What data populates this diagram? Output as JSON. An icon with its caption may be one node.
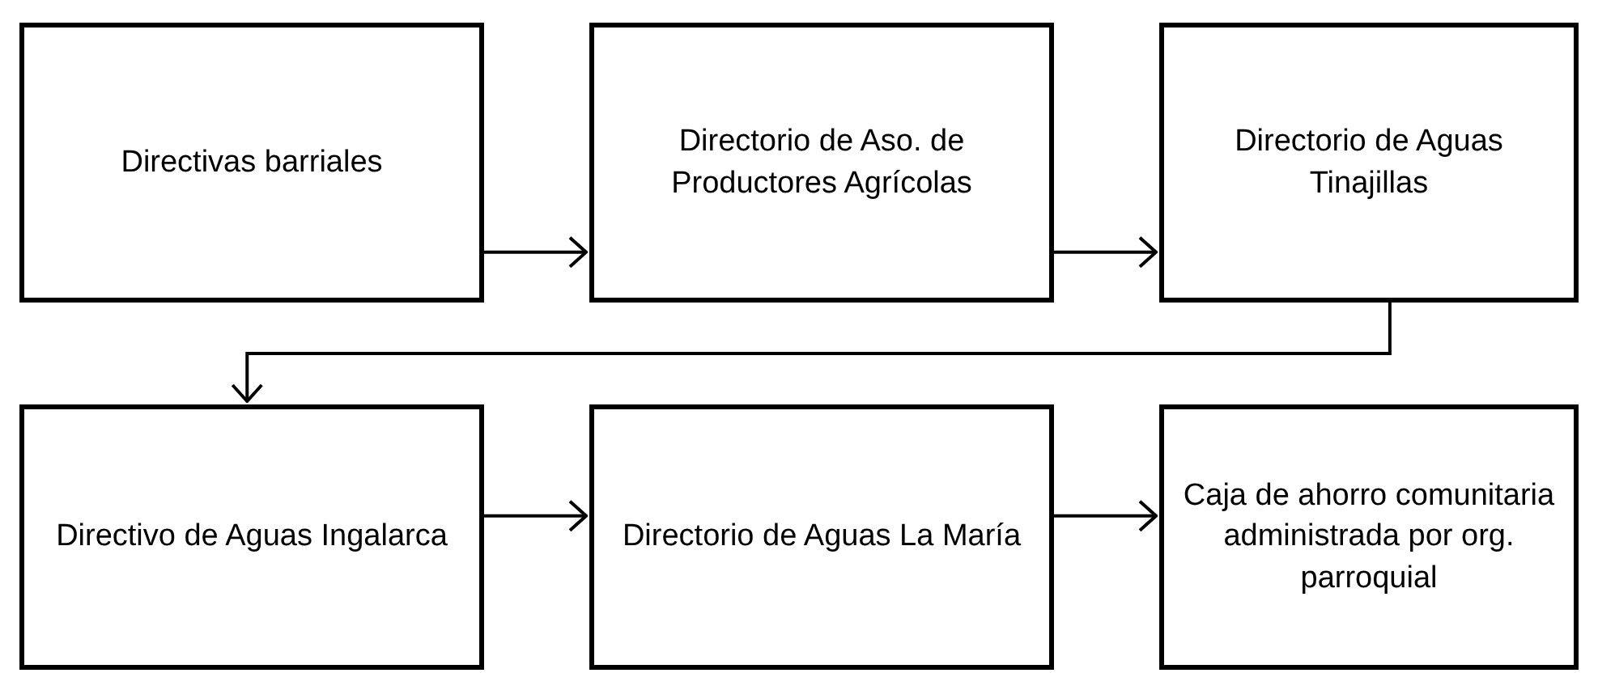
{
  "diagram": {
    "nodes": [
      {
        "text": [
          "Directivas barriales"
        ]
      },
      {
        "text": [
          "Directorio de Aso. de Productores Agrícolas"
        ]
      },
      {
        "text": [
          "Directorio de Aguas Tinajillas"
        ]
      },
      {
        "text": [
          "Directivo de Aguas Ingalarca"
        ]
      },
      {
        "text": [
          "Directorio de Aguas La María"
        ]
      },
      {
        "text": [
          "Caja de ahorro comunitaria administrada por org. parroquial"
        ]
      }
    ],
    "edges": [
      {
        "from": 0,
        "to": 1,
        "arrow": "to"
      },
      {
        "from": 1,
        "to": 2,
        "arrow": "to"
      },
      {
        "from": 2,
        "to": 3,
        "arrow": "to"
      },
      {
        "from": 3,
        "to": 4,
        "arrow": "to"
      },
      {
        "from": 4,
        "to": 5,
        "arrow": "to"
      }
    ]
  }
}
